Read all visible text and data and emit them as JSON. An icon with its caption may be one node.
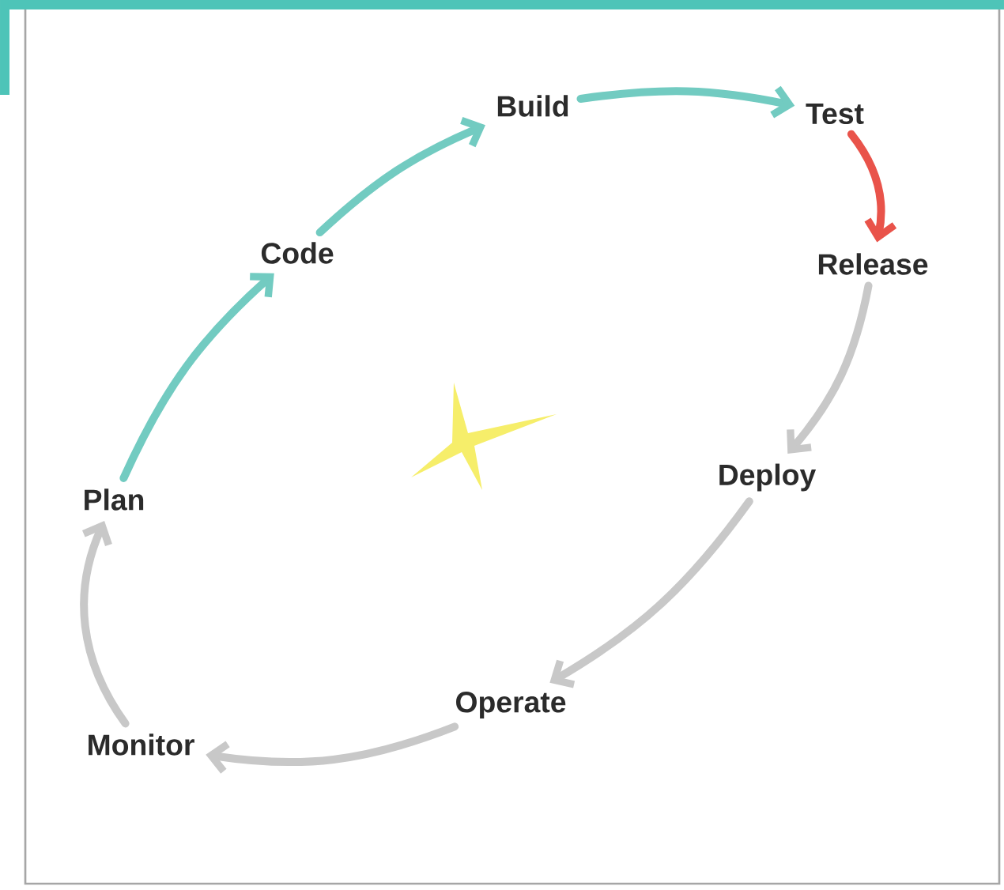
{
  "diagram": {
    "nodes": [
      {
        "text": [
          "Plan"
        ]
      },
      {
        "text": [
          "Code"
        ]
      },
      {
        "text": [
          "Build"
        ]
      },
      {
        "text": [
          "Test"
        ]
      },
      {
        "text": [
          "Release"
        ]
      },
      {
        "text": [
          "Deploy"
        ]
      },
      {
        "text": [
          "Operate"
        ]
      },
      {
        "text": [
          "Monitor"
        ]
      }
    ],
    "edges": [
      {
        "from": 0,
        "to": 1,
        "arrow": "to",
        "color": "#72cbc1"
      },
      {
        "from": 1,
        "to": 2,
        "arrow": "to",
        "color": "#72cbc1"
      },
      {
        "from": 2,
        "to": 3,
        "arrow": "to",
        "color": "#72cbc1"
      },
      {
        "from": 3,
        "to": 4,
        "arrow": "to",
        "color": "#e9534a"
      },
      {
        "from": 4,
        "to": 5,
        "arrow": "to",
        "color": "#c8c8c8"
      },
      {
        "from": 5,
        "to": 6,
        "arrow": "to",
        "color": "#c8c8c8"
      },
      {
        "from": 6,
        "to": 7,
        "arrow": "to",
        "color": "#c8c8c8"
      },
      {
        "from": 7,
        "to": 0,
        "arrow": "to",
        "color": "#c8c8c8"
      }
    ]
  }
}
